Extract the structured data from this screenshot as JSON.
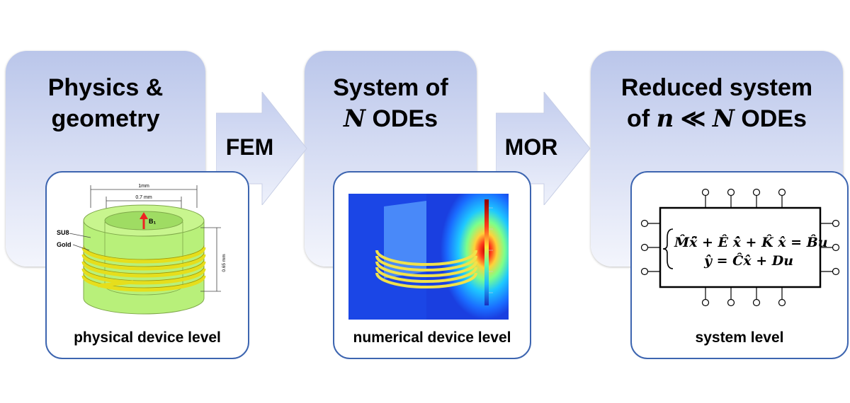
{
  "steps": [
    {
      "title_lines": [
        "Physics &",
        "geometry"
      ]
    },
    {
      "title_line1": "System of",
      "title_math": "N",
      "title_rest": " ODEs"
    },
    {
      "title_line1": "Reduced system",
      "title_prefix": "of ",
      "title_math1": "n",
      "title_op": " ≪ ",
      "title_math2": "N",
      "title_rest": " ODEs"
    }
  ],
  "arrows": [
    {
      "label": "FEM"
    },
    {
      "label": "MOR"
    }
  ],
  "cards": [
    {
      "caption": "physical device level"
    },
    {
      "caption": "numerical device level"
    },
    {
      "caption": "system level"
    }
  ],
  "device_figure": {
    "dim_top": "1mm",
    "dim_inner": "0.7 mm",
    "dim_height": "0.65 mm",
    "label_su8": "SU8",
    "label_gold": "Gold",
    "field_label": "B₁"
  },
  "system_equations": {
    "line1": "M̂ẍ̂ + Ê ẋ̂ + K̂ x̂ = B̂u",
    "line2": "ŷ = Ĉx̂ + Du"
  },
  "colors": {
    "panel_top": "#bac6ea",
    "card_border": "#3d65b0",
    "coil": "#e8e020",
    "substrate": "#b8f07a"
  }
}
